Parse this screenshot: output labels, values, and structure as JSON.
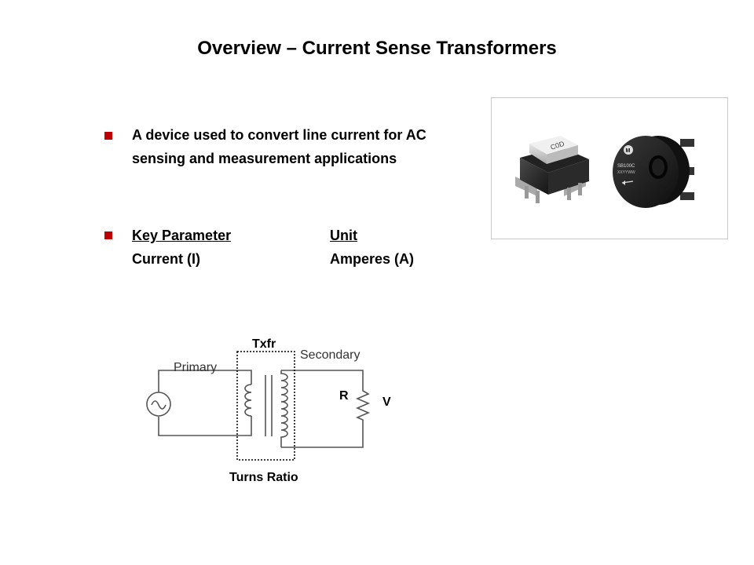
{
  "title": "Overview – Current Sense Transformers",
  "bullets": {
    "first": {
      "line1": "A device used to convert line current for AC",
      "line2": "sensing and measurement applications"
    },
    "second": {
      "param_header": "Key Parameter",
      "unit_header": "Unit",
      "param_value": "Current (I)",
      "unit_value": "Amperes (A)"
    }
  },
  "product_photo": {
    "label_line1": "SB100C",
    "label_line2": "XXYYWW"
  },
  "diagram": {
    "txfr_label": "Txfr",
    "primary_label": "Primary",
    "secondary_label": "Secondary",
    "resistor_label": "R",
    "voltage_label": "V",
    "turns_ratio_label": "Turns Ratio"
  },
  "colors": {
    "bullet": "#c00000",
    "wire": "#555555"
  }
}
